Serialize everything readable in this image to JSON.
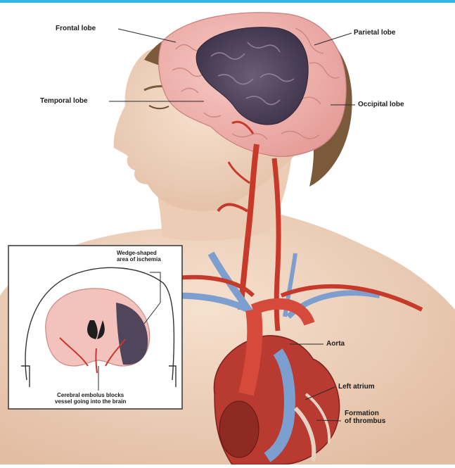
{
  "labels": {
    "frontal_lobe": "Frontal lobe",
    "parietal_lobe": "Parietal lobe",
    "temporal_lobe": "Temporal lobe",
    "occipital_lobe": "Occipital lobe",
    "aorta": "Aorta",
    "left_atrium": "Left atrium",
    "formation_line1": "Formation",
    "formation_line2": "of thrombus"
  },
  "inset": {
    "ischemia_line1": "Wedge-shaped",
    "ischemia_line2": "area of ischemia",
    "embolus_line1": "Cerebral embolus blocks",
    "embolus_line2": "vessel going into the brain"
  },
  "colors": {
    "top_bar": "#35b4e6",
    "skin": "#f1d6c2",
    "hair": "#7a5a3a",
    "brain": "#f0b6b2",
    "ischemia": "#4d4258",
    "artery": "#c7392a",
    "vein": "#7d9fd0"
  }
}
